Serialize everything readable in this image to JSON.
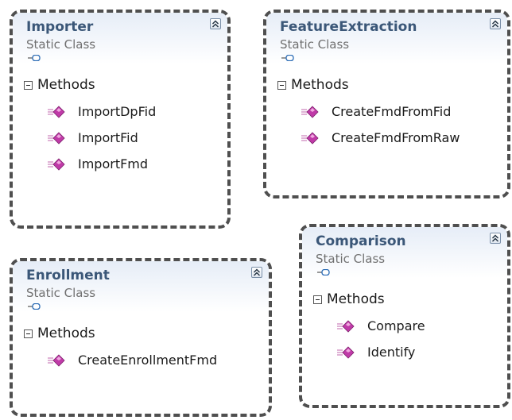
{
  "classes": [
    {
      "name": "Importer",
      "stereotype": "Static Class",
      "section": "Methods",
      "methods": [
        "ImportDpFid",
        "ImportFid",
        "ImportFmd"
      ]
    },
    {
      "name": "FeatureExtraction",
      "stereotype": "Static Class",
      "section": "Methods",
      "methods": [
        "CreateFmdFromFid",
        "CreateFmdFromRaw"
      ]
    },
    {
      "name": "Comparison",
      "stereotype": "Static Class",
      "section": "Methods",
      "methods": [
        "Compare",
        "Identify"
      ]
    },
    {
      "name": "Enrollment",
      "stereotype": "Static Class",
      "section": "Methods",
      "methods": [
        "CreateEnrollmentFmd"
      ]
    }
  ],
  "icons": {
    "collapse": "double-chevron-up-icon",
    "interface": "lollipop-icon",
    "method": "method-icon",
    "section": "minus-box-icon"
  },
  "colors": {
    "title": "#3b5778",
    "border": "#4f4f4f",
    "method_icon": "#c03aa8"
  }
}
